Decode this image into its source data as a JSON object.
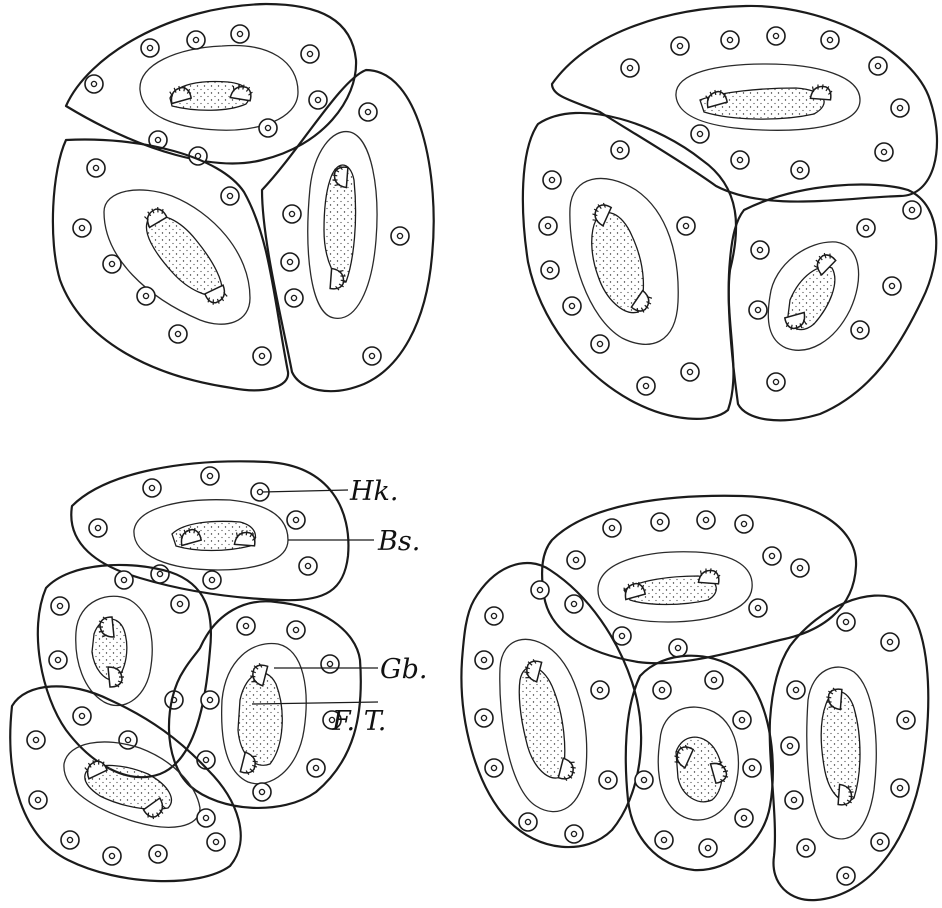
{
  "figure": {
    "labels": {
      "hk": "Hk.",
      "bs": "Bs.",
      "gb": "Gb.",
      "ft": "F. T."
    },
    "colors": {
      "ink": "#1b1b1b",
      "paper": "#ffffff"
    }
  }
}
